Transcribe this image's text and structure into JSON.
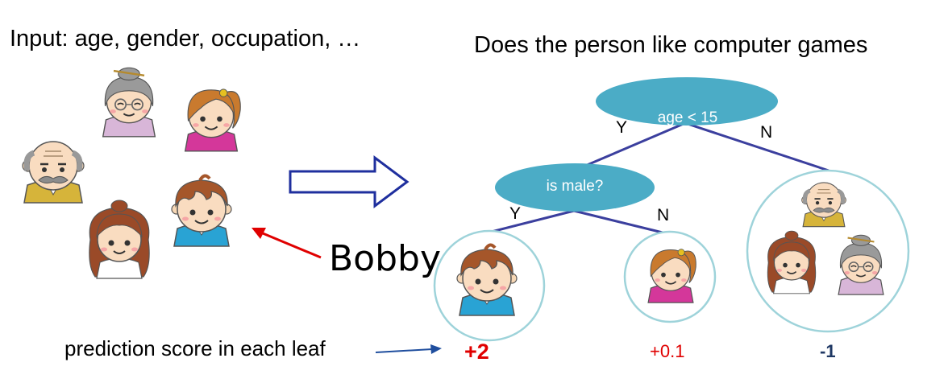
{
  "header": {
    "input_text": "Input: age, gender, occupation, …",
    "question_text": "Does the person like computer games"
  },
  "tree": {
    "root": {
      "label": "age < 15",
      "yes_label": "Y",
      "no_label": "N"
    },
    "child": {
      "label": "is male?",
      "yes_label": "Y",
      "no_label": "N"
    }
  },
  "bobby_label": "Bobby",
  "prediction_label": "prediction score in each leaf",
  "leaves": [
    {
      "score": "+2",
      "members": [
        "boy"
      ]
    },
    {
      "score": "+0.1",
      "members": [
        "girl"
      ]
    },
    {
      "score": "-1",
      "members": [
        "grandpa",
        "mother",
        "grandma"
      ]
    }
  ],
  "colors": {
    "node_fill": "#4bacc6",
    "edge": "#3b3f9e",
    "leaf_circle": "#9ed3da",
    "pointer_arrow": "#e00000",
    "score_highlight": "#e00000",
    "score_negative": "#1f3864",
    "big_arrow": "#1f2f9e"
  }
}
